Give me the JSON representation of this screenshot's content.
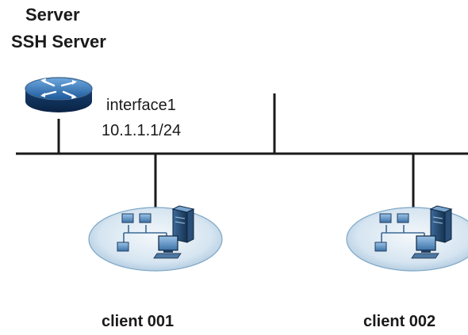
{
  "server": {
    "title": "Server",
    "subtitle": "SSH Server",
    "icon": "router-icon"
  },
  "interface": {
    "name": "interface1",
    "address": "10.1.1.1/24"
  },
  "clients": [
    {
      "label": "client 001",
      "icon": "lan-network-icon"
    },
    {
      "label": "client 002",
      "icon": "lan-network-icon"
    }
  ],
  "colors": {
    "line": "#1a1a1a",
    "router_dark": "#0d2c54",
    "router_mid": "#1f5fa0",
    "router_light": "#5a9ad6",
    "disc": "#cfe0ee",
    "disc_edge": "#7ea7c6",
    "device_dark": "#213f63",
    "device_light": "#6f9cc8"
  }
}
